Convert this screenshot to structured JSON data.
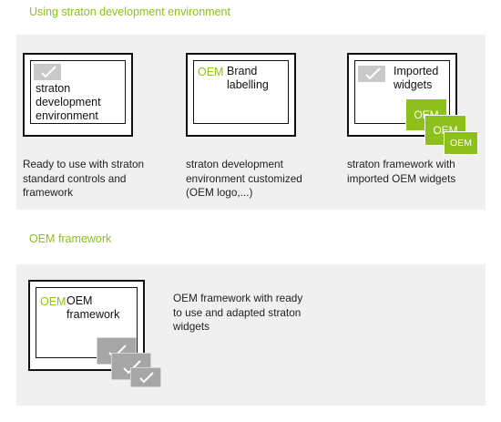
{
  "headings": {
    "dev_env": "Using straton development environment",
    "oem_framework": "OEM framework"
  },
  "screens": {
    "standard": {
      "title_lines": [
        "straton",
        "development",
        "environment"
      ],
      "logo_icon": "checkmark-logo-icon"
    },
    "brand": {
      "oem": "OEM",
      "title_lines": [
        "Brand",
        "labelling"
      ]
    },
    "imported": {
      "title_lines": [
        "Imported",
        "widgets"
      ],
      "logo_icon": "checkmark-logo-icon",
      "widget_cards": [
        "OEM",
        "OEM",
        "OEM"
      ]
    },
    "oem_framework": {
      "oem": "OEM",
      "title_lines": [
        "OEM",
        "framework"
      ],
      "widget_icon": "checkmark-logo-icon"
    }
  },
  "descriptions": {
    "standard": [
      "Ready to use with straton",
      "standard controls and",
      "framework"
    ],
    "brand": [
      "straton development",
      "environment customized",
      "(OEM logo,...)"
    ],
    "imported": [
      "straton framework with",
      "imported OEM widgets"
    ],
    "oem_framework": [
      "OEM framework with ready",
      "to use and adapted straton",
      "widgets"
    ]
  },
  "colors": {
    "accent": "#8dc01b",
    "panel": "#f0f0f0",
    "logo_grey": "#c9c9c9",
    "widget_grey": "#a6a6a6"
  }
}
